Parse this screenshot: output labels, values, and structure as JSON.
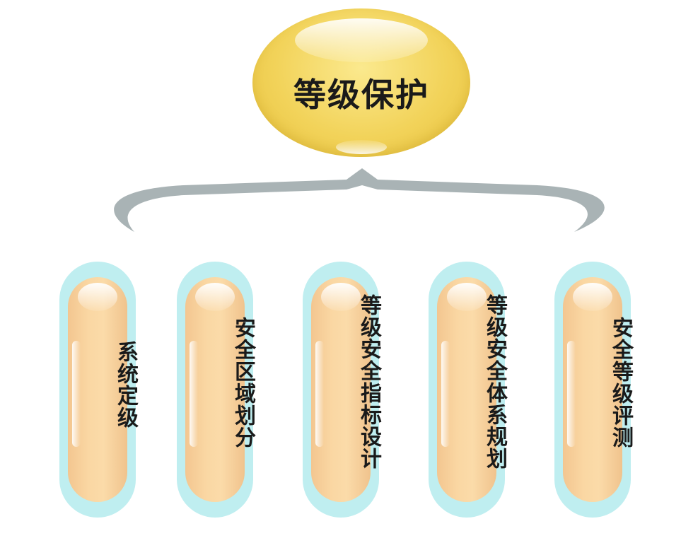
{
  "root": {
    "label": "等级保护"
  },
  "children": [
    {
      "label": "系统定级"
    },
    {
      "label": "安全区域划分"
    },
    {
      "label": "等级安全指标设计"
    },
    {
      "label": "等级安全体系规划"
    },
    {
      "label": "安全等级评测"
    }
  ],
  "colors": {
    "root_fill": "#f2d35a",
    "brace": "#a9b3b5",
    "pill_outer": "#bfeef0",
    "pill_inner": "#f8d09c"
  }
}
